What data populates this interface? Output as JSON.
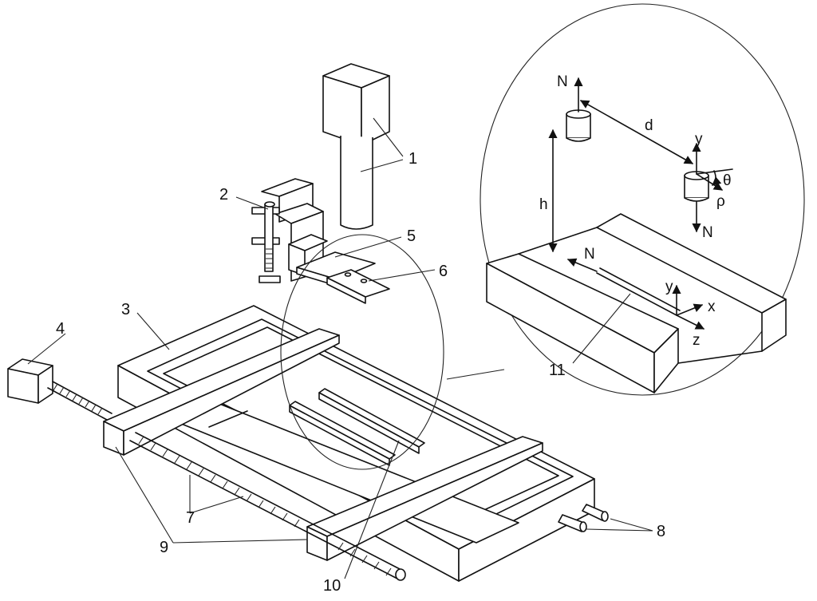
{
  "labels": {
    "l1": "1",
    "l2": "2",
    "l3": "3",
    "l4": "4",
    "l5": "5",
    "l6": "6",
    "l7": "7",
    "l8": "8",
    "l9": "9",
    "l10": "10",
    "l11": "11"
  },
  "inset": {
    "N_top": "N",
    "N_bottom": "N",
    "N_line": "N",
    "d": "d",
    "h": "h",
    "y_upper": "y",
    "theta": "θ",
    "rho": "ρ",
    "y_lower": "y",
    "x": "x",
    "z": "z"
  }
}
